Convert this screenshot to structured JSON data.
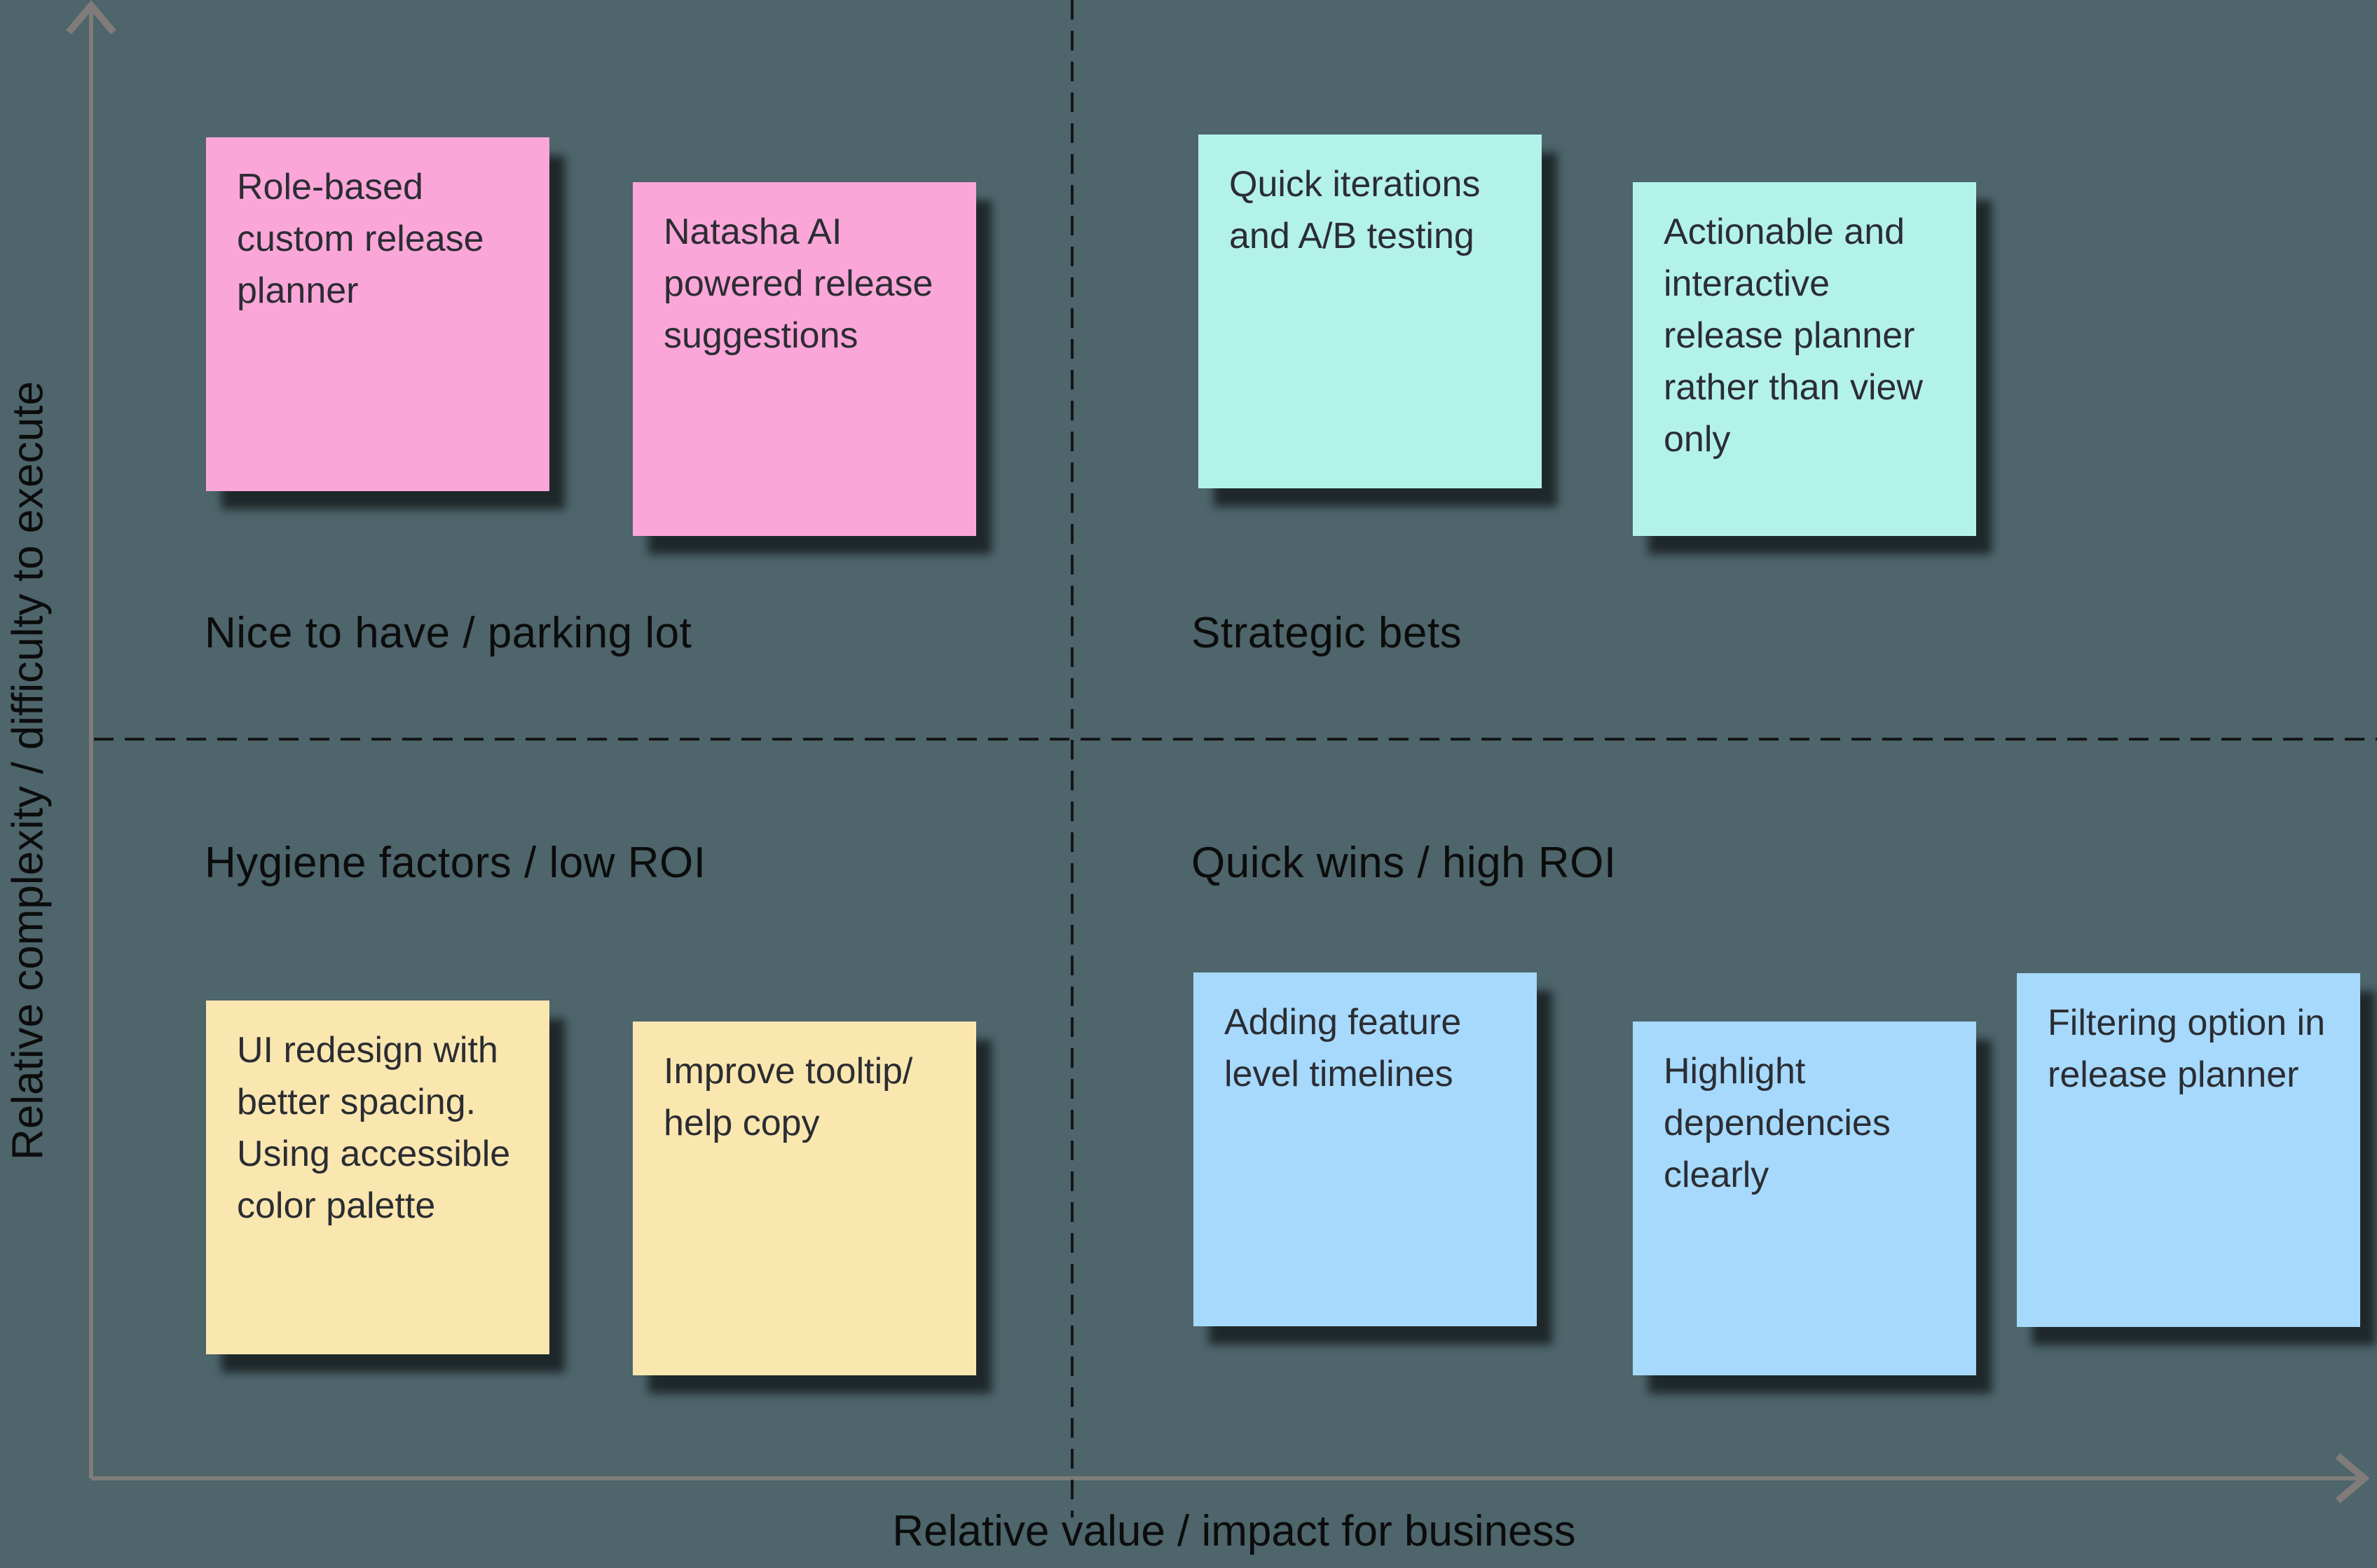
{
  "canvas": {
    "background_color": "#4d656b",
    "axis_color": "#807c79",
    "divider_color": "#151515",
    "label_color": "#0c0c0c",
    "note_text_color": "#2b2d33"
  },
  "axes": {
    "y_label": "Relative complexity / difficulty to execute",
    "x_label": "Relative value / impact for business"
  },
  "quadrants": [
    {
      "id": "top-left",
      "label": "Nice to have / parking lot"
    },
    {
      "id": "top-right",
      "label": "Strategic bets"
    },
    {
      "id": "bottom-left",
      "label": "Hygiene factors / low ROI"
    },
    {
      "id": "bottom-right",
      "label": "Quick wins / high ROI"
    }
  ],
  "notes": [
    {
      "text": "Role-based custom release planner",
      "color": "#fba6d9",
      "quadrant": "top-left"
    },
    {
      "text": "Natasha AI powered release suggestions",
      "color": "#fba6d9",
      "quadrant": "top-left"
    },
    {
      "text": "Quick iterations and A/B testing",
      "color": "#b3f2e9",
      "quadrant": "top-right"
    },
    {
      "text": "Actionable and interactive release planner rather than view only",
      "color": "#b3f2e9",
      "quadrant": "top-right"
    },
    {
      "text": "UI redesign with better spacing. Using accessible color palette",
      "color": "#fae7af",
      "quadrant": "bottom-left"
    },
    {
      "text": "Improve tooltip/​help copy",
      "color": "#fae7af",
      "quadrant": "bottom-left"
    },
    {
      "text": "Adding feature level timelines",
      "color": "#a6d9fc",
      "quadrant": "bottom-right"
    },
    {
      "text": "Highlight dependencies clearly",
      "color": "#a6d9fc",
      "quadrant": "bottom-right"
    },
    {
      "text": "Filtering option in release planner",
      "color": "#a6d9fc",
      "quadrant": "bottom-right"
    }
  ]
}
